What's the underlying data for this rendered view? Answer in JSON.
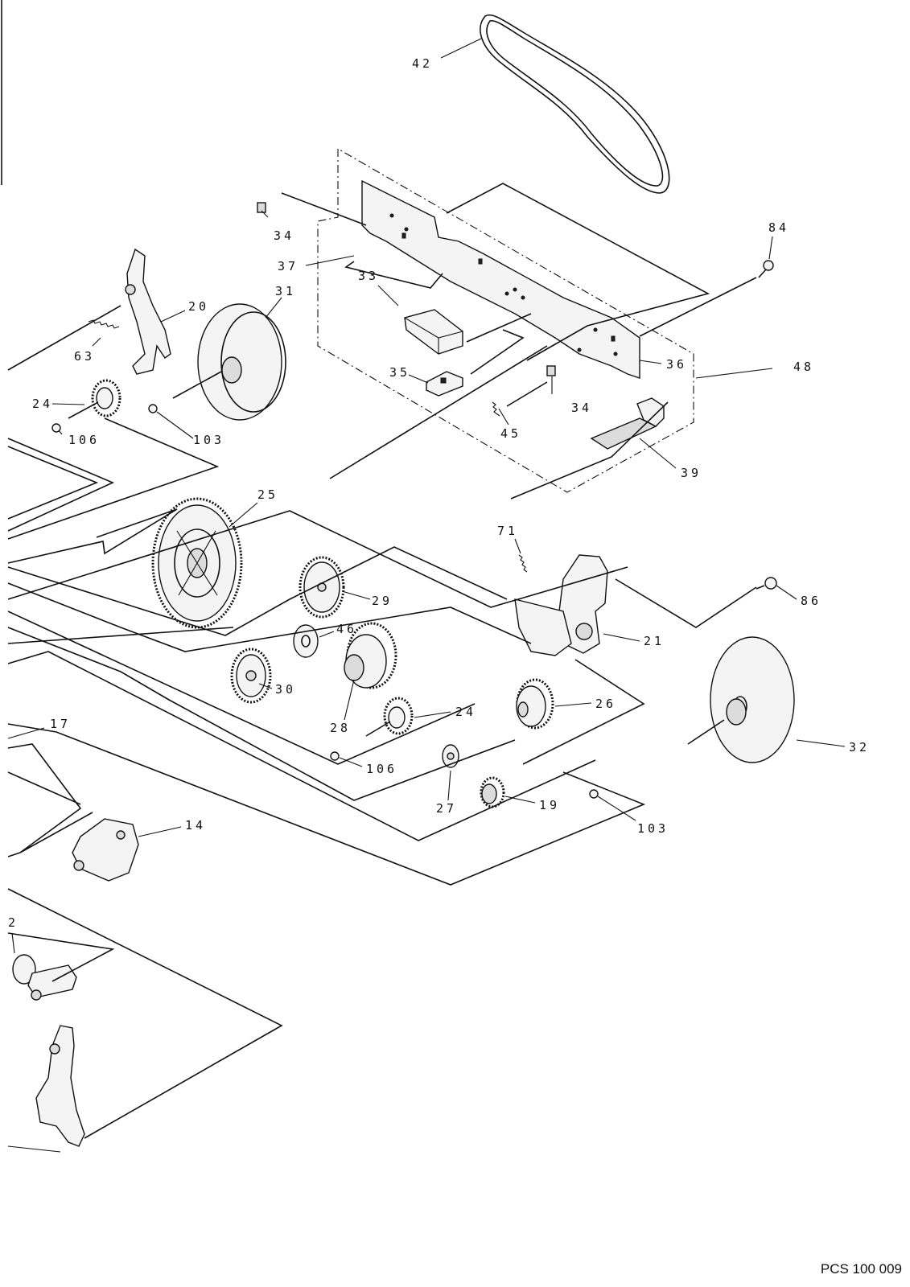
{
  "document_code": "PCS 100 009",
  "callouts": [
    {
      "id": "c42a",
      "text": "42"
    },
    {
      "id": "c34a",
      "text": "34"
    },
    {
      "id": "c84",
      "text": "84"
    },
    {
      "id": "c37",
      "text": "37"
    },
    {
      "id": "c33",
      "text": "33"
    },
    {
      "id": "c20",
      "text": "20"
    },
    {
      "id": "c31",
      "text": "31"
    },
    {
      "id": "c63",
      "text": "63"
    },
    {
      "id": "c36",
      "text": "36"
    },
    {
      "id": "c48",
      "text": "48"
    },
    {
      "id": "c35",
      "text": "35"
    },
    {
      "id": "c34b",
      "text": "34"
    },
    {
      "id": "c24a",
      "text": "24"
    },
    {
      "id": "c45",
      "text": "45"
    },
    {
      "id": "c106a",
      "text": "106"
    },
    {
      "id": "c103a",
      "text": "103"
    },
    {
      "id": "c39",
      "text": "39"
    },
    {
      "id": "c25",
      "text": "25"
    },
    {
      "id": "c71",
      "text": "71"
    },
    {
      "id": "c29",
      "text": "29"
    },
    {
      "id": "c86",
      "text": "86"
    },
    {
      "id": "c46",
      "text": "46"
    },
    {
      "id": "c21",
      "text": "21"
    },
    {
      "id": "c30",
      "text": "30"
    },
    {
      "id": "c26",
      "text": "26"
    },
    {
      "id": "c28",
      "text": "28"
    },
    {
      "id": "c24b",
      "text": "24"
    },
    {
      "id": "c17",
      "text": "17"
    },
    {
      "id": "c32",
      "text": "32"
    },
    {
      "id": "c106b",
      "text": "106"
    },
    {
      "id": "c27",
      "text": "27"
    },
    {
      "id": "c19",
      "text": "19"
    },
    {
      "id": "c103b",
      "text": "103"
    },
    {
      "id": "c14",
      "text": "14"
    },
    {
      "id": "c2",
      "text": "2"
    }
  ]
}
